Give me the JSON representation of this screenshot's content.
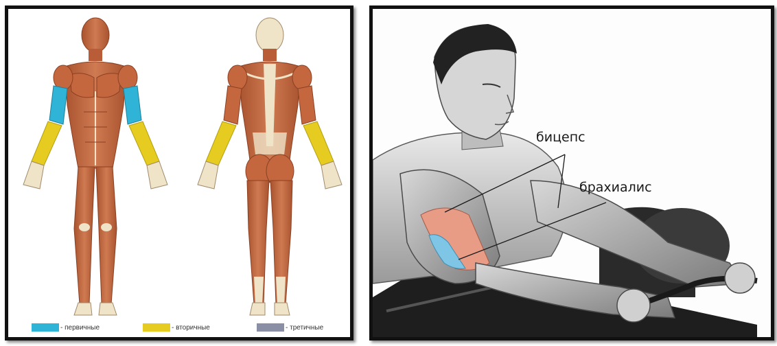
{
  "left_panel": {
    "legend": [
      {
        "label": "- первичные",
        "color": "#2fb3d6"
      },
      {
        "label": "- вторичные",
        "color": "#e6cc21"
      },
      {
        "label": "- третичные",
        "color": "#8a8fa6"
      }
    ],
    "colors": {
      "muscle": "#c9704a",
      "muscle_dark": "#9c4a2c",
      "tendon": "#efe3c8",
      "primary": "#2fb3d6",
      "secondary": "#e6cc21"
    }
  },
  "right_panel": {
    "labels": {
      "biceps": "бицепс",
      "brachialis": "брахиалис"
    },
    "colors": {
      "biceps_highlight": "#e89c86",
      "brachialis_highlight": "#7fc6e6",
      "line": "#1a1a1a"
    }
  }
}
